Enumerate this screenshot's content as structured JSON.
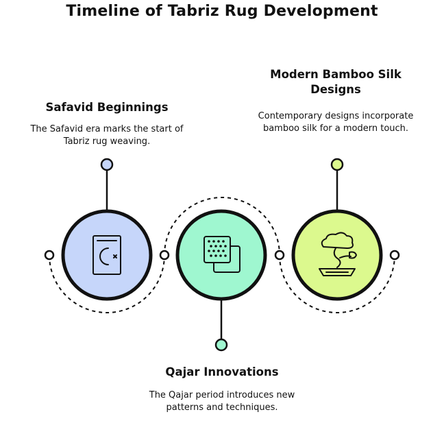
{
  "title": "Timeline of Tabriz Rug Development",
  "stages": [
    {
      "title": "Safavid Beginnings",
      "description": "The Safavid era marks the start of Tabriz rug weaving.",
      "icon": "book-moon-icon",
      "color": "#c6d6fa"
    },
    {
      "title": "Qajar Innovations",
      "description": "The Qajar period introduces new patterns and techniques.",
      "icon": "pattern-squares-icon",
      "color": "#9ff7d0"
    },
    {
      "title": "Modern Bamboo Silk Designs",
      "description": "Contemporary designs incorporate bamboo silk for a modern touch.",
      "icon": "bonsai-icon",
      "color": "#dcf98e"
    }
  ]
}
